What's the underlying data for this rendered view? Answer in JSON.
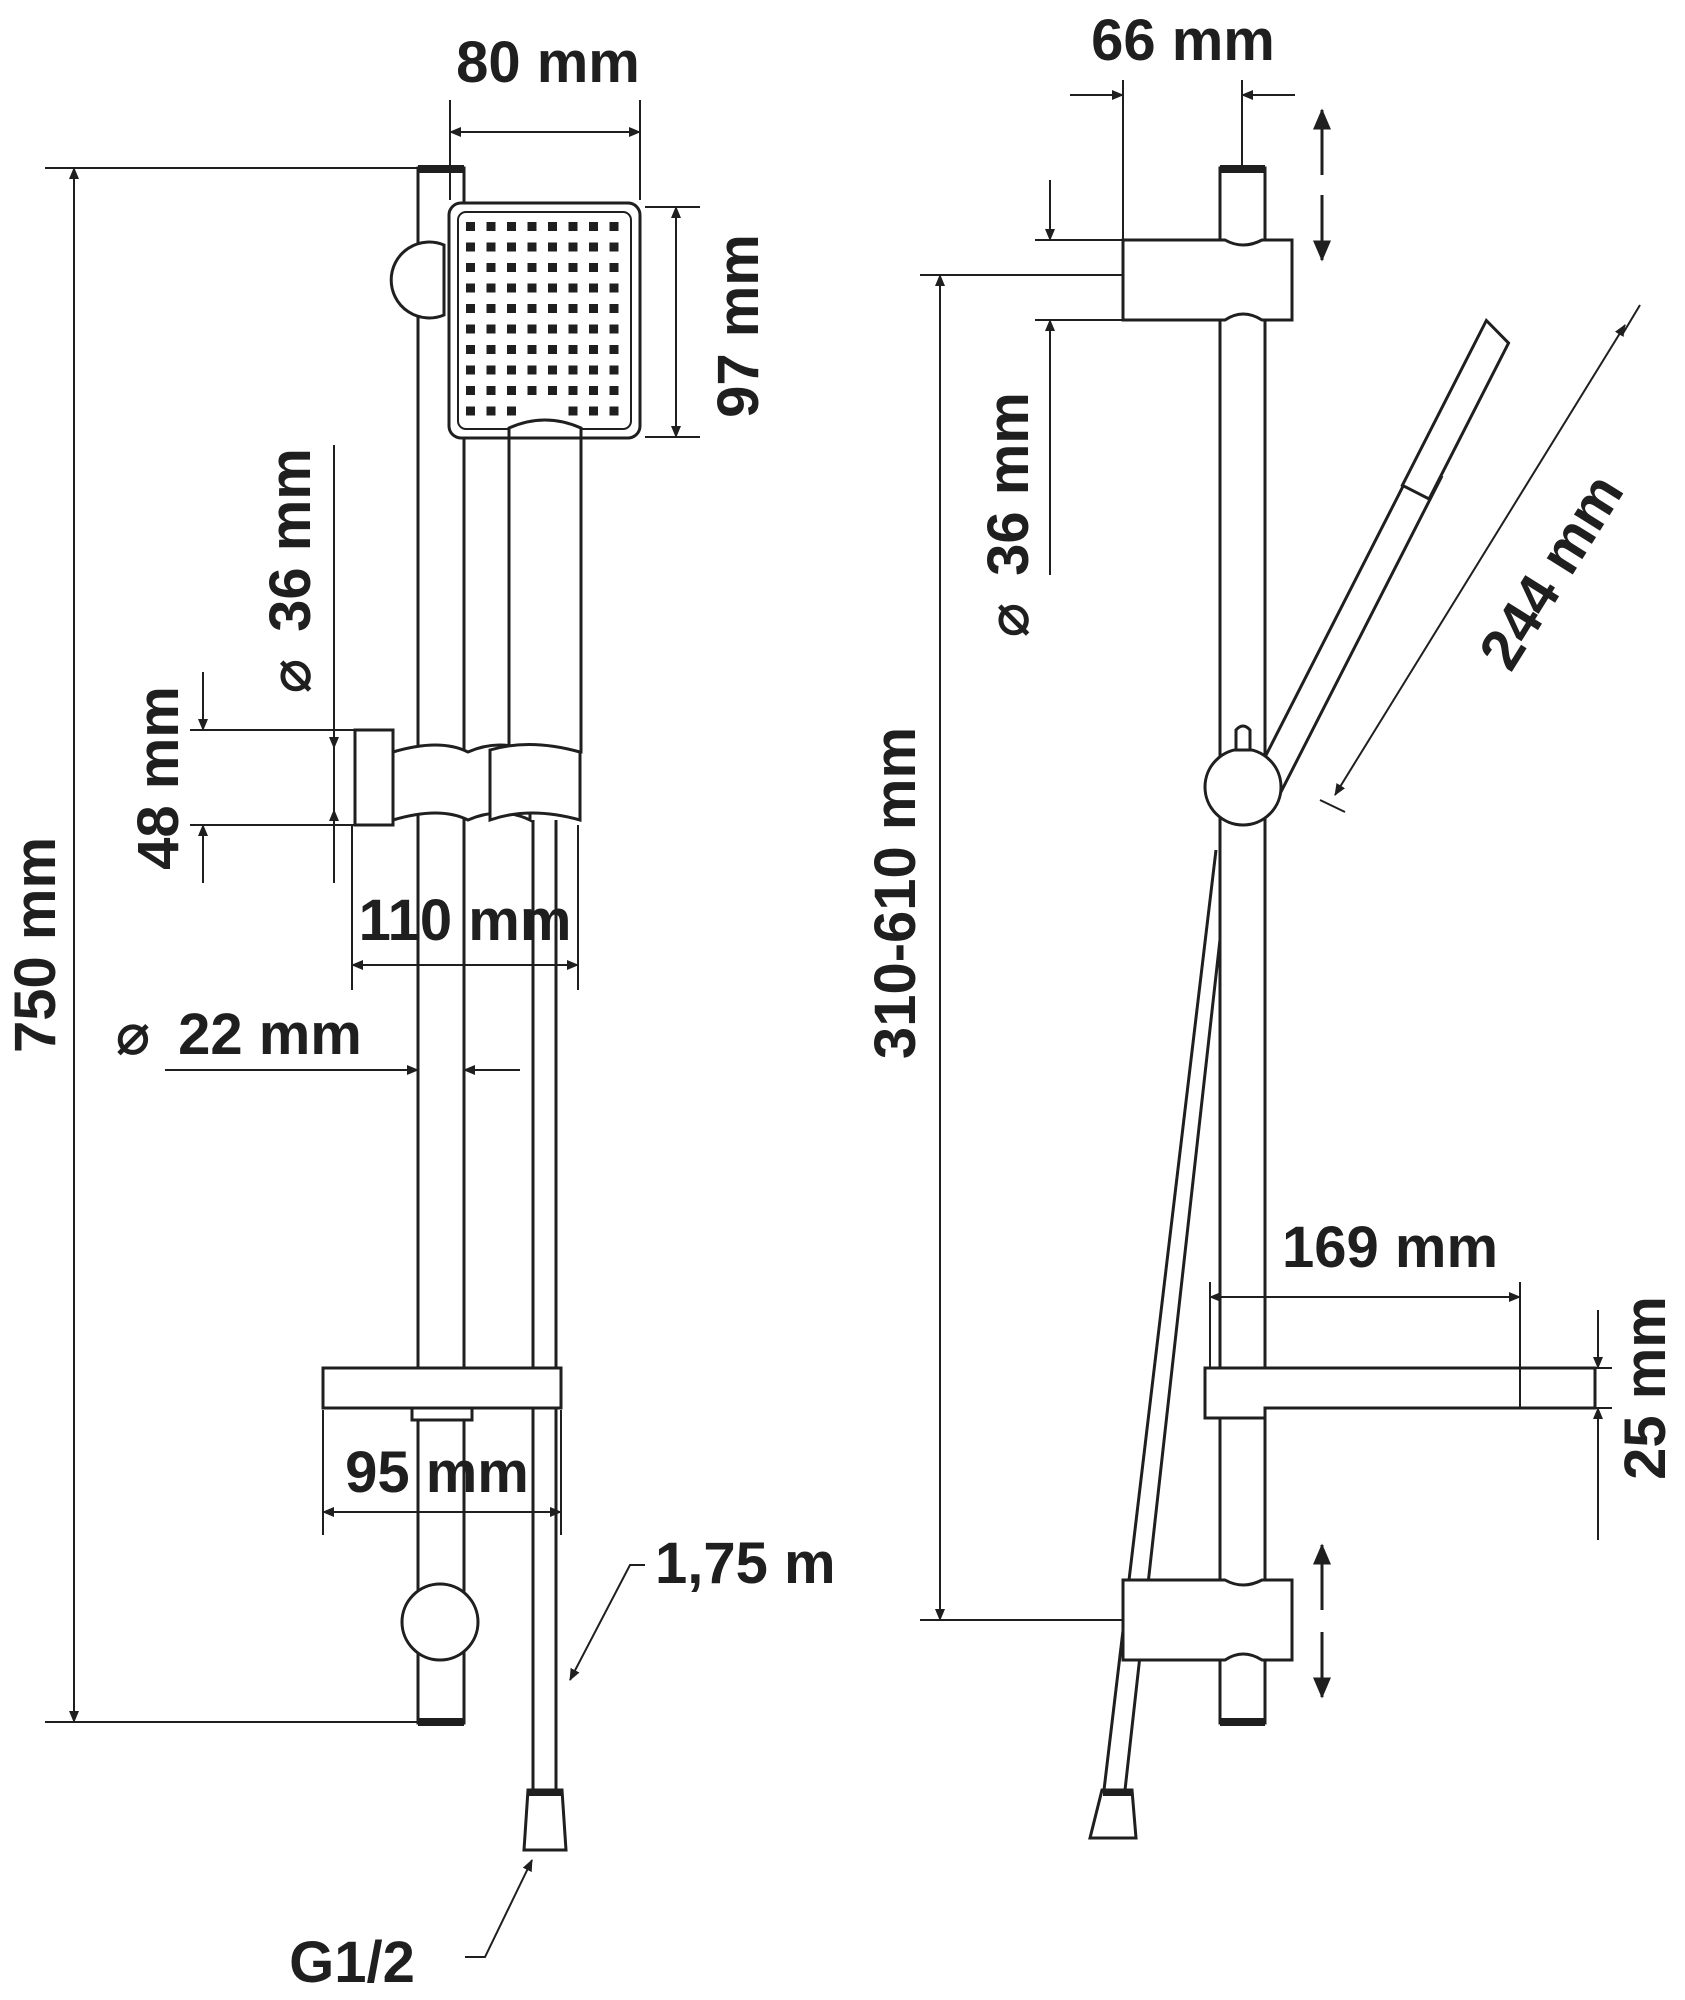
{
  "front_view": {
    "head_width": "80 mm",
    "head_height": "97 mm",
    "holder_diameter": "36 mm",
    "holder_height": "48 mm",
    "holder_depth": "110 mm",
    "rail_diameter": "22 mm",
    "total_length": "750 mm",
    "soap_dish_width": "95 mm",
    "hose_length": "1,75 m",
    "thread": "G1/2"
  },
  "side_view": {
    "bracket_offset": "66 mm",
    "bracket_diameter": "36 mm",
    "adjustable_range": "310-610 mm",
    "handset_length": "244 mm",
    "dish_depth": "169 mm",
    "dish_height": "25 mm"
  },
  "diameter_symbol": "⌀",
  "colors": {
    "line": "#1f1f1f",
    "background": "#ffffff"
  }
}
